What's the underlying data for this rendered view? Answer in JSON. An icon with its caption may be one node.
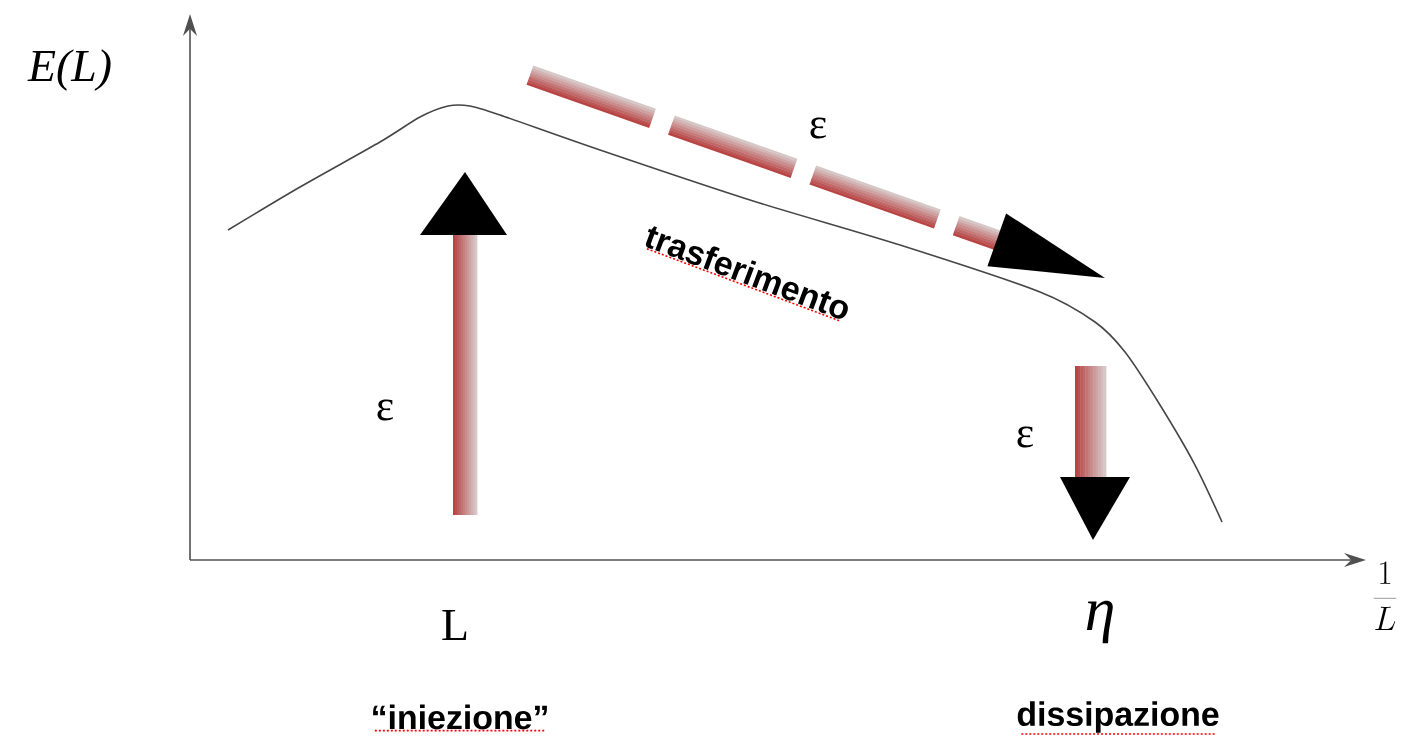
{
  "diagram": {
    "labels": [
      "E(L)",
      "ε",
      "trasferimento",
      "ε",
      "ε",
      "\\frac{1}{L}",
      "L",
      "η",
      "“iniezione”",
      "dissipazione"
    ]
  }
}
